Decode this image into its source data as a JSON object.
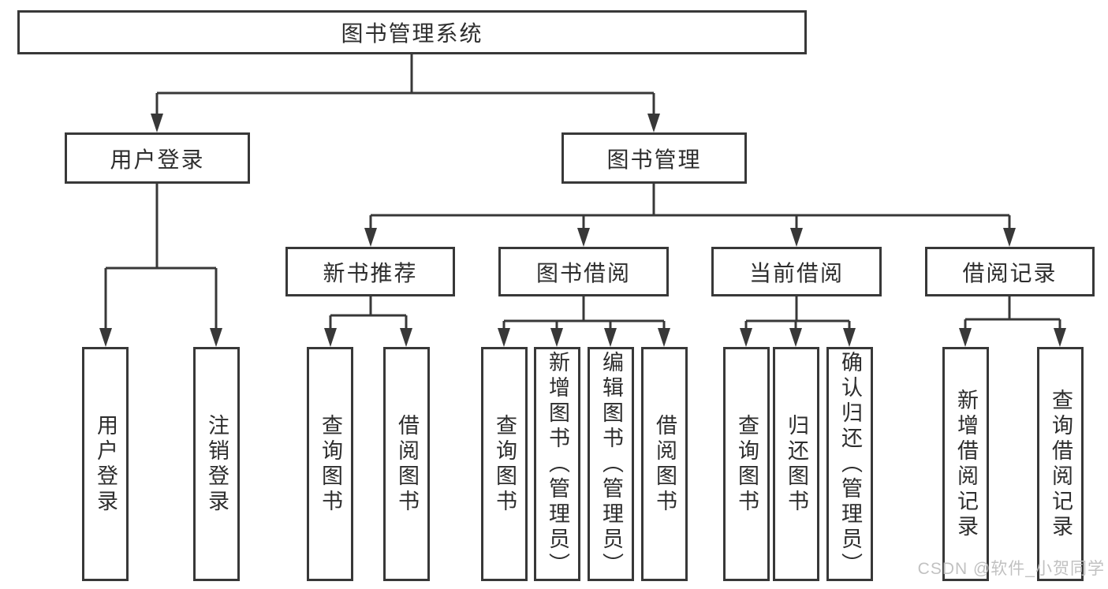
{
  "diagram": {
    "type": "hierarchy-tree",
    "line_color": "#383838",
    "box_background": "#ffffff",
    "text_color": "#2d2d2d"
  },
  "structure": {
    "root": {
      "label": "图书管理系统",
      "children": [
        {
          "label": "用户登录",
          "children": [
            {
              "label": "用户登录"
            },
            {
              "label": "注销登录"
            }
          ]
        },
        {
          "label": "图书管理",
          "children": [
            {
              "label": "新书推荐",
              "children": [
                {
                  "label": "查询图书"
                },
                {
                  "label": "借阅图书"
                }
              ]
            },
            {
              "label": "图书借阅",
              "children": [
                {
                  "label": "查询图书"
                },
                {
                  "label": "新增图书（管理员）"
                },
                {
                  "label": "编辑图书（管理员）"
                },
                {
                  "label": "借阅图书"
                }
              ]
            },
            {
              "label": "当前借阅",
              "children": [
                {
                  "label": "查询图书"
                },
                {
                  "label": "归还图书"
                },
                {
                  "label": "确认归还（管理员）"
                }
              ]
            },
            {
              "label": "借阅记录",
              "children": [
                {
                  "label": "新增借阅记录"
                },
                {
                  "label": "查询借阅记录"
                }
              ]
            }
          ]
        }
      ]
    }
  },
  "watermark": {
    "text": "CSDN @软件_小贺同学"
  }
}
